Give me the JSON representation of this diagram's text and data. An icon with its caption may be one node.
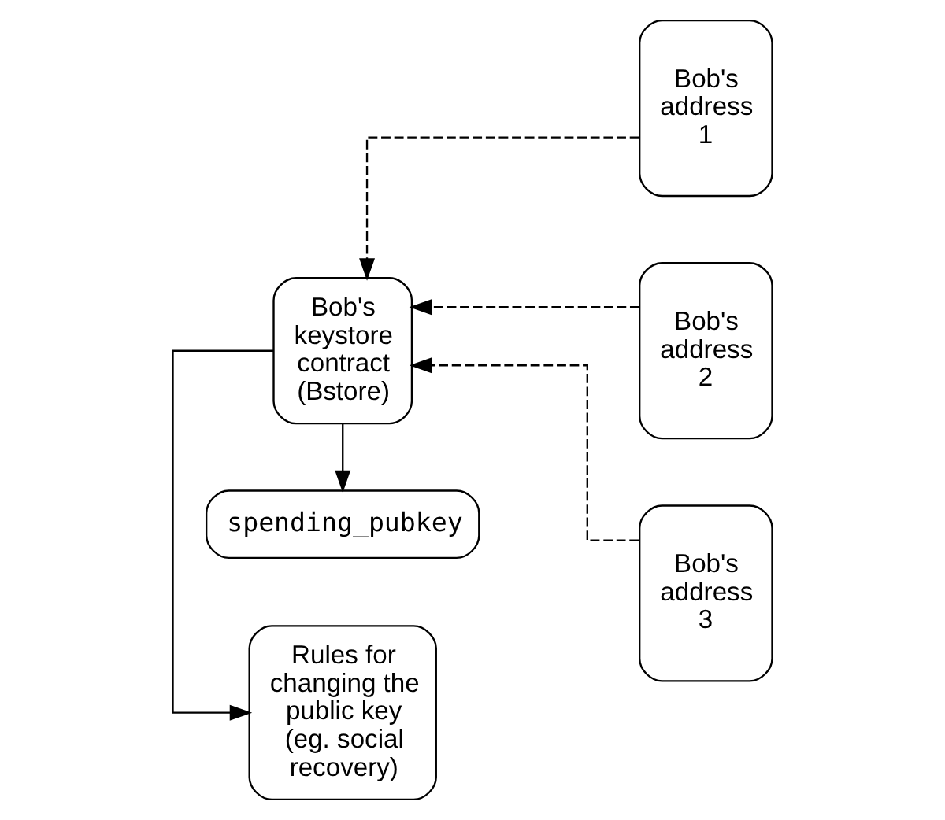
{
  "diagram": {
    "nodes": [
      {
        "text": [
          "Bob's keystore contract (Bstore)"
        ]
      },
      {
        "text": [
          "Rules for changing the public key (eg. social recovery)"
        ]
      },
      {
        "text": [
          "spending_pubkey"
        ]
      },
      {
        "text": [
          "Bob's address 1"
        ]
      },
      {
        "text": [
          "Bob's address 2"
        ]
      },
      {
        "text": [
          "Bob's address 3"
        ]
      }
    ],
    "edges": [
      {
        "from": 0,
        "to": 1,
        "arrow": "to"
      },
      {
        "from": 0,
        "to": 2,
        "arrow": "to"
      },
      {
        "from": 3,
        "to": 0,
        "arrow": "to",
        "style": "dashed"
      },
      {
        "from": 4,
        "to": 0,
        "arrow": "to",
        "style": "dashed"
      },
      {
        "from": 5,
        "to": 0,
        "arrow": "to",
        "style": "dashed"
      }
    ]
  }
}
